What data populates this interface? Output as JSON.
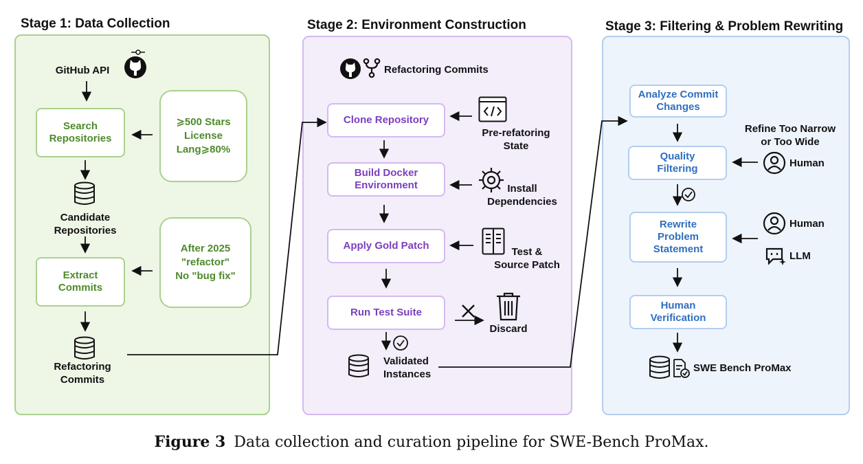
{
  "stages": {
    "s1": "Stage 1: Data Collection",
    "s2": "Stage 2: Environment Construction",
    "s3": "Stage 3: Filtering & Problem Rewriting"
  },
  "stage1": {
    "api": "GitHub API",
    "search": "Search\nRepositories",
    "criteria1": "⩾500 Stars\nLicense\nLang⩾80%",
    "candidate": "Candidate\nRepositories",
    "extract": "Extract\nCommits",
    "criteria2": "After 2025\n\"refactor\"\nNo \"bug fix\"",
    "refactoring": "Refactoring\nCommits"
  },
  "stage2": {
    "header": "Refactoring Commits",
    "clone": "Clone Repository",
    "pre_state": "Pre-refatoring\nState",
    "build": "Build Docker\nEnvironment",
    "install": "Install\nDependencies",
    "apply": "Apply Gold Patch",
    "patch": "Test &\nSource Patch",
    "run": "Run Test Suite",
    "discard": "Discard",
    "validated": "Validated\nInstances"
  },
  "stage3": {
    "analyze": "Analyze Commit\nChanges",
    "refine": "Refine Too Narrow\nor Too Wide",
    "quality": "Quality\nFiltering",
    "human1": "Human",
    "rewrite": "Rewrite\nProblem\nStatement",
    "human2": "Human",
    "llm": "LLM",
    "verify": "Human\nVerification",
    "output": "SWE Bench ProMax"
  },
  "caption": {
    "label": "Figure 3",
    "text": "Data collection and curation pipeline for SWE-Bench ProMax."
  },
  "icons": [
    "github-icon",
    "database-icon",
    "fork-icon",
    "code-icon",
    "gear-icon",
    "document-icon",
    "trash-icon",
    "cross-icon",
    "check-circle-icon",
    "person-icon",
    "robot-icon"
  ],
  "colors": {
    "green": "#4f8a2b",
    "purple": "#7a3fbf",
    "blue": "#2f6fbe"
  }
}
